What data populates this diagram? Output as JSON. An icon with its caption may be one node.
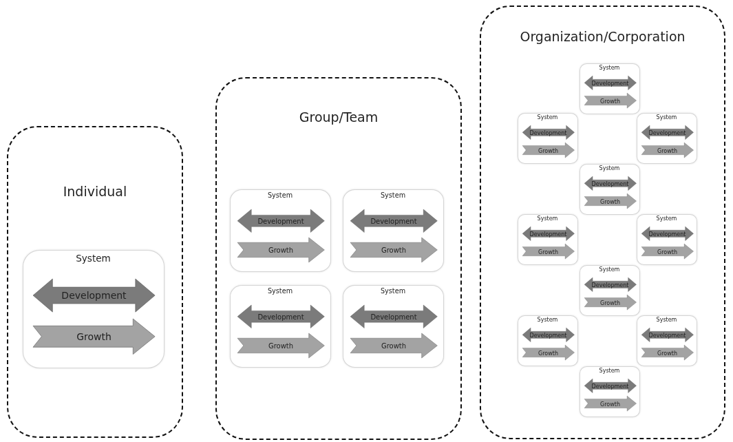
{
  "diagram": {
    "nodes": [
      {
        "text": [
          "Individual"
        ]
      },
      {
        "text": [
          "System"
        ],
        "in": 0
      },
      {
        "text": [
          "Development"
        ],
        "in": 1
      },
      {
        "text": [
          "Growth"
        ],
        "in": 1
      },
      {
        "text": [
          "Group/Team"
        ]
      },
      {
        "text": [
          "System"
        ],
        "in": 4
      },
      {
        "text": [
          "Development"
        ],
        "in": 5
      },
      {
        "text": [
          "Growth"
        ],
        "in": 5
      },
      {
        "text": [
          "System"
        ],
        "in": 4
      },
      {
        "text": [
          "Development"
        ],
        "in": 8
      },
      {
        "text": [
          "Growth"
        ],
        "in": 8
      },
      {
        "text": [
          "System"
        ],
        "in": 4
      },
      {
        "text": [
          "Development"
        ],
        "in": 11
      },
      {
        "text": [
          "Growth"
        ],
        "in": 11
      },
      {
        "text": [
          "System"
        ],
        "in": 4
      },
      {
        "text": [
          "Development"
        ],
        "in": 14
      },
      {
        "text": [
          "Growth"
        ],
        "in": 14
      },
      {
        "text": [
          "Organization/Corporation"
        ]
      },
      {
        "text": [
          "System"
        ],
        "in": 17
      },
      {
        "text": [
          "Development"
        ],
        "in": 18
      },
      {
        "text": [
          "Growth"
        ],
        "in": 18
      },
      {
        "text": [
          "System"
        ],
        "in": 17
      },
      {
        "text": [
          "Development"
        ],
        "in": 21
      },
      {
        "text": [
          "Growth"
        ],
        "in": 21
      },
      {
        "text": [
          "System"
        ],
        "in": 17
      },
      {
        "text": [
          "Development"
        ],
        "in": 24
      },
      {
        "text": [
          "Growth"
        ],
        "in": 24
      },
      {
        "text": [
          "System"
        ],
        "in": 17
      },
      {
        "text": [
          "Development"
        ],
        "in": 27
      },
      {
        "text": [
          "Growth"
        ],
        "in": 27
      },
      {
        "text": [
          "System"
        ],
        "in": 17
      },
      {
        "text": [
          "Development"
        ],
        "in": 30
      },
      {
        "text": [
          "Growth"
        ],
        "in": 30
      },
      {
        "text": [
          "System"
        ],
        "in": 17
      },
      {
        "text": [
          "Development"
        ],
        "in": 33
      },
      {
        "text": [
          "Growth"
        ],
        "in": 33
      },
      {
        "text": [
          "System"
        ],
        "in": 17
      },
      {
        "text": [
          "Development"
        ],
        "in": 36
      },
      {
        "text": [
          "Growth"
        ],
        "in": 36
      },
      {
        "text": [
          "System"
        ],
        "in": 17
      },
      {
        "text": [
          "Development"
        ],
        "in": 39
      },
      {
        "text": [
          "Growth"
        ],
        "in": 39
      },
      {
        "text": [
          "System"
        ],
        "in": 17
      },
      {
        "text": [
          "Development"
        ],
        "in": 42
      },
      {
        "text": [
          "Growth"
        ],
        "in": 42
      },
      {
        "text": [
          "System"
        ],
        "in": 17
      },
      {
        "text": [
          "Development"
        ],
        "in": 45
      },
      {
        "text": [
          "Growth"
        ],
        "in": 45
      }
    ]
  }
}
